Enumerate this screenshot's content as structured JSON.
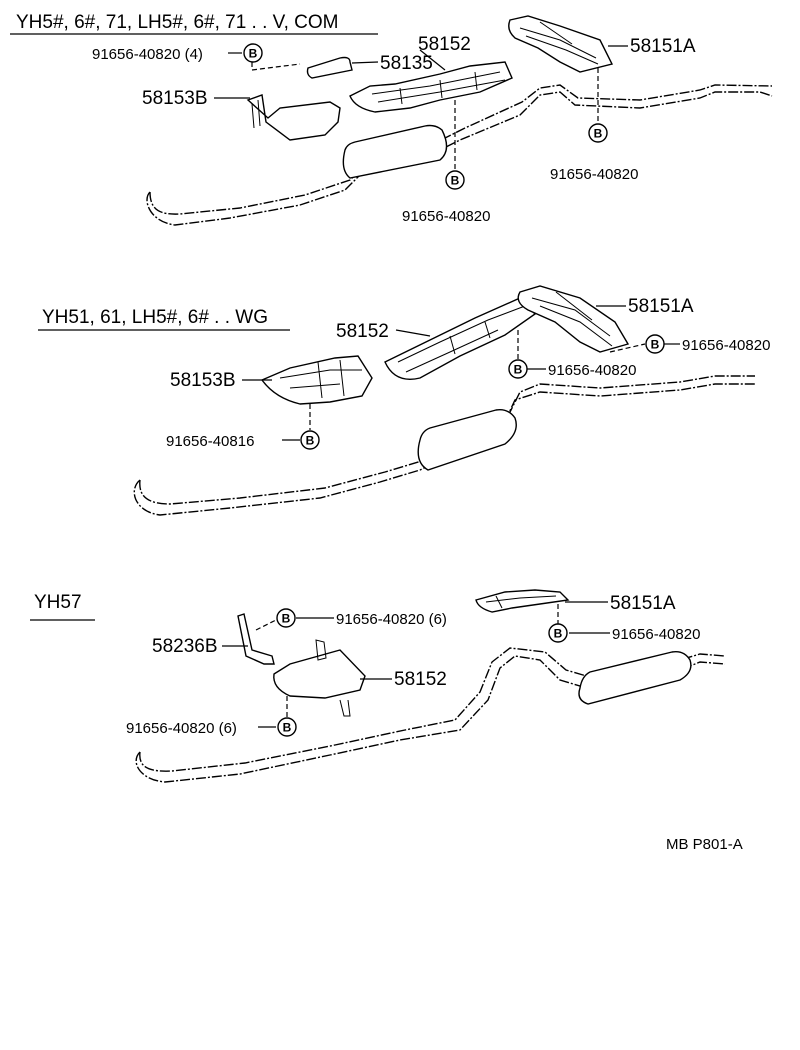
{
  "sections": [
    {
      "header": "YH5#, 6#, 71,  LH5#, 6#, 71 . . V, COM",
      "labels": {
        "bolt4": "91656-40820 (4)",
        "p58135": "58135",
        "p58152": "58152",
        "p58151a": "58151A",
        "p58153b": "58153B",
        "bolt_right": "91656-40820",
        "bolt_mid": "91656-40820"
      }
    },
    {
      "header": "YH51, 61, LH5#, 6# . . WG",
      "labels": {
        "p58152": "58152",
        "p58151a": "58151A",
        "p58153b": "58153B",
        "bolt_right": "91656-40820",
        "bolt_mid": "91656-40820",
        "bolt_left": "91656-40816"
      }
    },
    {
      "header": "YH57",
      "labels": {
        "p58151a": "58151A",
        "bolt_right": "91656-40820",
        "p58236b": "58236B",
        "bolt_top": "91656-40820 (6)",
        "p58152": "58152",
        "bolt_bottom": "91656-40820 (6)"
      }
    }
  ],
  "bolt_mark": "B",
  "footer_code": "MB  P801-A"
}
